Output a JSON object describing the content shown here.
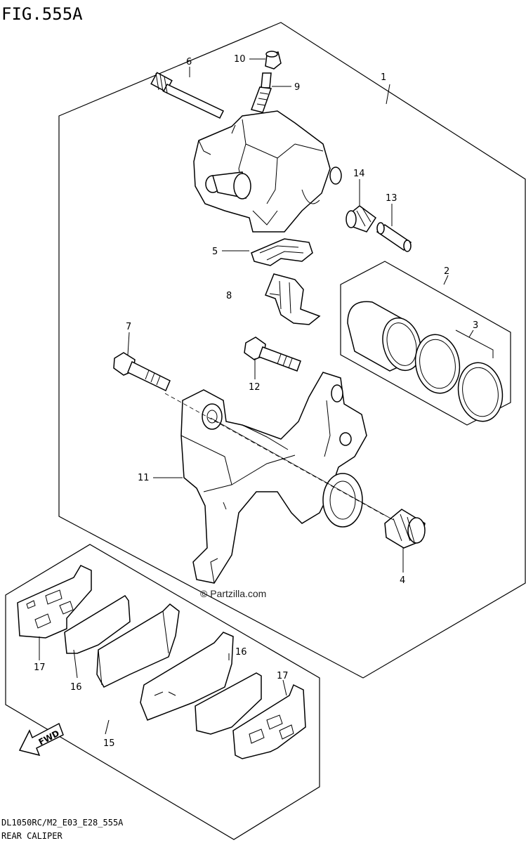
{
  "figure_title": "FIG.555A",
  "watermark": "© Partzilla.com",
  "footer": {
    "model_code": "DL1050RC/M2_E03_E28_555A",
    "caption": "REAR CALIPER"
  },
  "fwd_label": "FWD",
  "callouts": {
    "c1": "1",
    "c2": "2",
    "c3": "3",
    "c4": "4",
    "c5": "5",
    "c6": "6",
    "c7": "7",
    "c8": "8",
    "c9": "9",
    "c10": "10",
    "c11": "11",
    "c12": "12",
    "c13": "13",
    "c14": "14",
    "c15": "15",
    "c16a": "16",
    "c16b": "16",
    "c17a": "17",
    "c17b": "17"
  }
}
